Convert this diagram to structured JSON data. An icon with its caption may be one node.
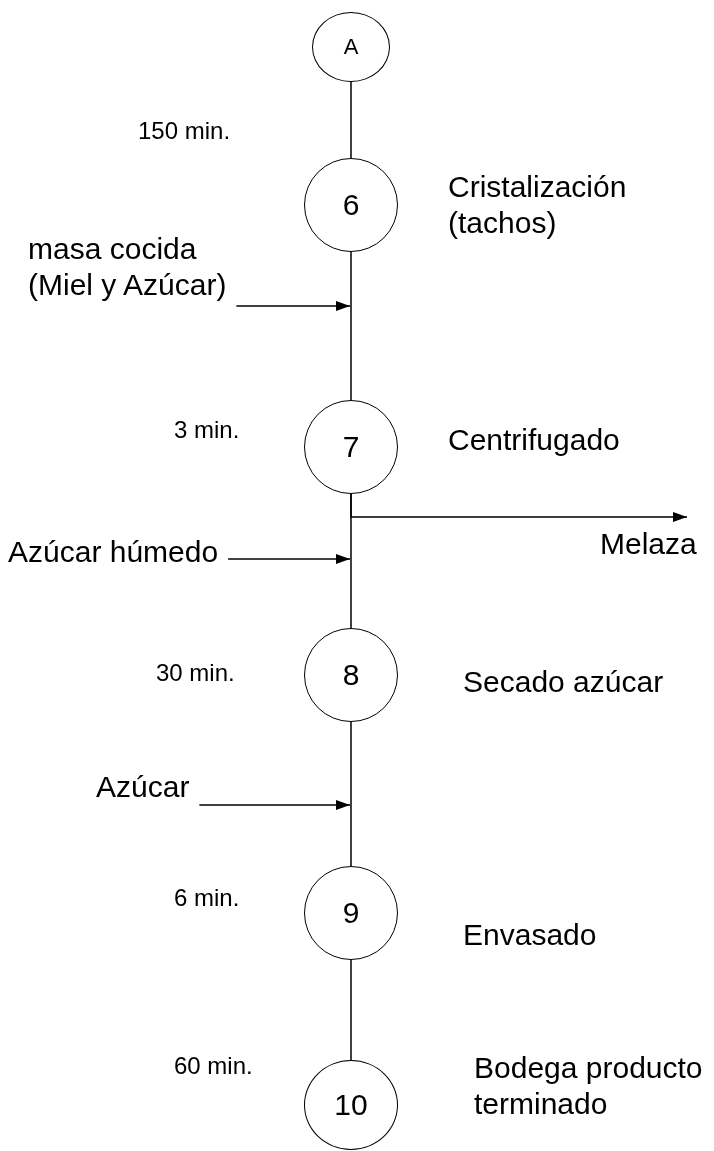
{
  "diagram": {
    "nodes": [
      {
        "text": [
          "A"
        ]
      },
      {
        "text": [
          "6"
        ],
        "beside": [
          "Cristalización (tachos)"
        ]
      },
      {
        "text": [
          "masa cocida (Miel y Azúcar)"
        ]
      },
      {
        "text": [
          "7"
        ],
        "beside": [
          "Centrifugado"
        ]
      },
      {
        "text": [
          "Azúcar húmedo"
        ]
      },
      {
        "text": [
          "Melaza"
        ]
      },
      {
        "text": [
          "8"
        ],
        "beside": [
          "Secado azúcar"
        ]
      },
      {
        "text": [
          "Azúcar"
        ]
      },
      {
        "text": [
          "9"
        ],
        "beside": [
          "Envasado"
        ]
      },
      {
        "text": [
          "10"
        ],
        "beside": [
          "Bodega producto terminado"
        ]
      }
    ],
    "edges": [
      {
        "from": 0,
        "to": 1,
        "arrow": "none"
      },
      {
        "from": 1,
        "to": 3,
        "arrow": "none"
      },
      {
        "from": 2,
        "to": null,
        "arrow": "to"
      },
      {
        "from": 3,
        "to": 5,
        "arrow": "to"
      },
      {
        "from": 4,
        "to": null,
        "arrow": "to"
      },
      {
        "from": 3,
        "to": 6,
        "arrow": "none"
      },
      {
        "from": 7,
        "to": null,
        "arrow": "to"
      },
      {
        "from": 6,
        "to": 8,
        "arrow": "none"
      },
      {
        "from": 8,
        "to": 9,
        "arrow": "none"
      }
    ],
    "labels": [
      "150 min.",
      "3 min.",
      "30 min.",
      "6 min.",
      "60 min."
    ]
  }
}
